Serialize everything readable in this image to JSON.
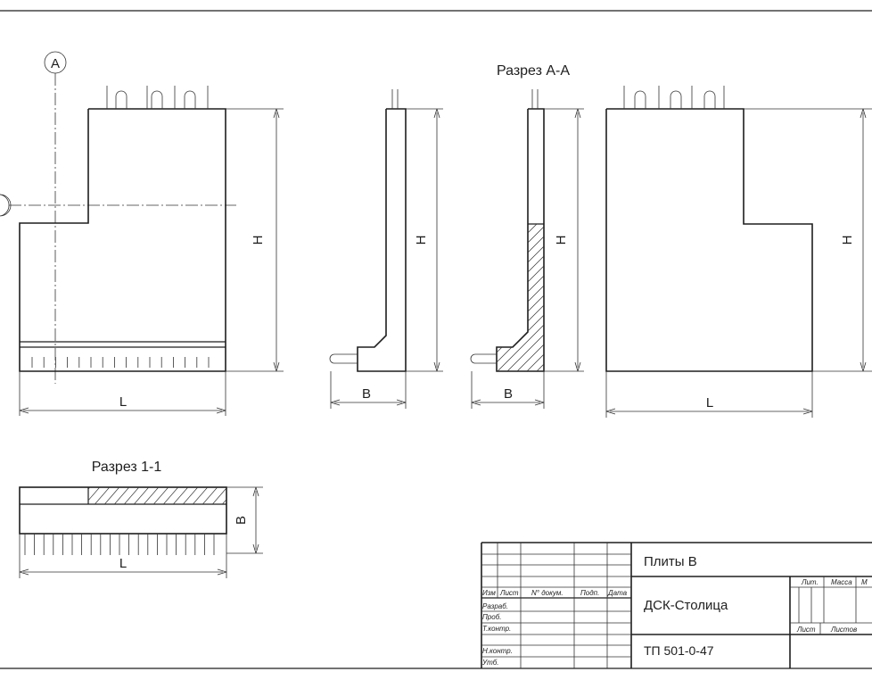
{
  "views": {
    "section_aa_title": "Разрез А-А",
    "section_11_title": "Разрез 1-1",
    "marker_a": "А",
    "dim_h": "Н",
    "dim_l": "L",
    "dim_b": "В"
  },
  "title_block": {
    "product_name": "Плиты В",
    "organization": "ДСК-Столица",
    "document_code": "ТП 501-0-47",
    "header": {
      "izm": "Изм",
      "list": "Лист",
      "doc_no": "N° докум.",
      "sign": "Подп.",
      "date": "Дата"
    },
    "roles": {
      "developed": "Разраб.",
      "checked": "Проб.",
      "tech_control": "Т.контр.",
      "norm_control": "Н.контр.",
      "approved": "Утб."
    },
    "stage": "Лит.",
    "mass": "Масса",
    "scale_cut": "М",
    "sheet": "Лист",
    "sheets": "Листов"
  }
}
